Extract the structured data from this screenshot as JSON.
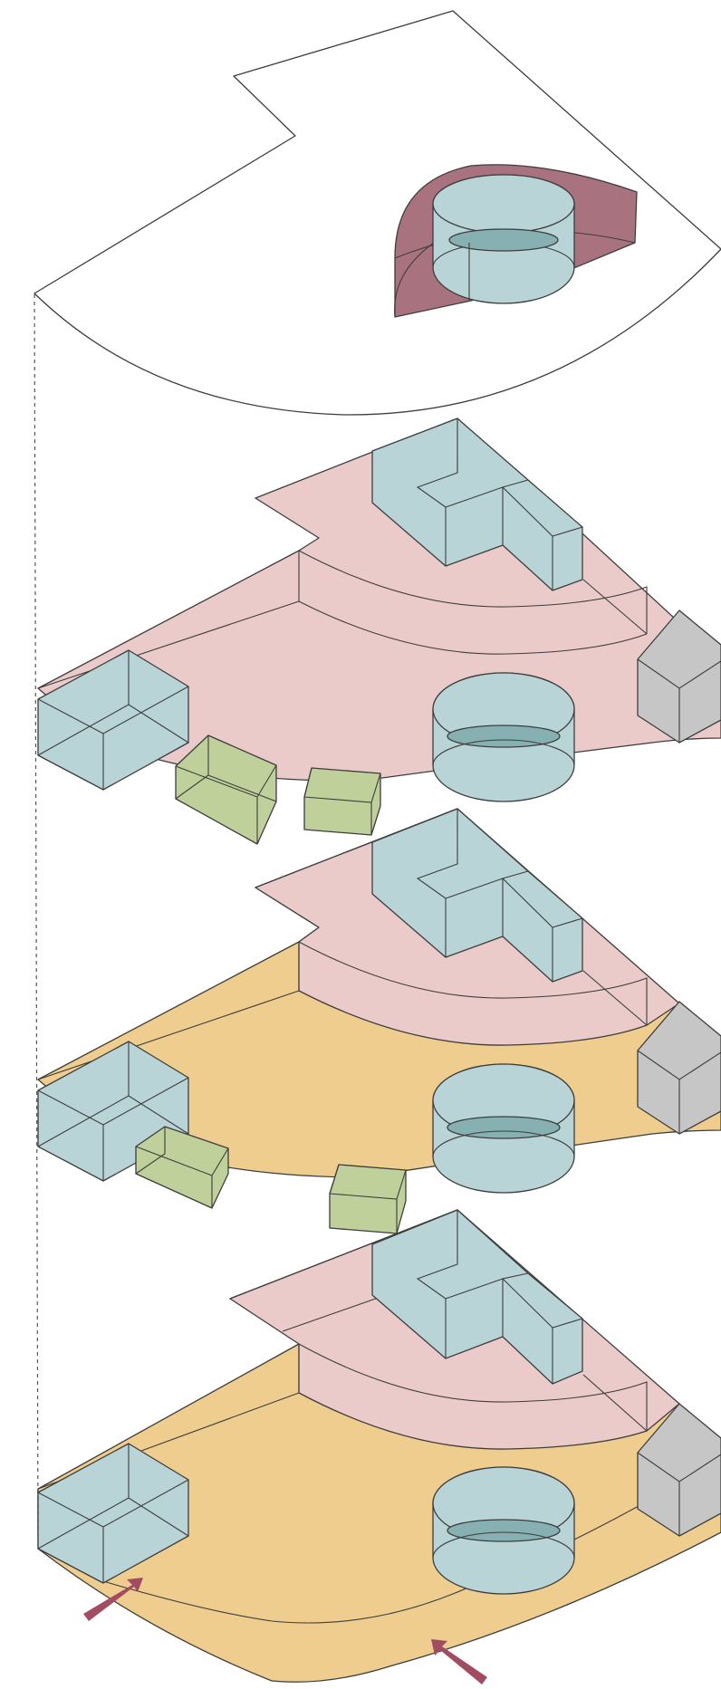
{
  "colors": {
    "roof_outline": "#ffffff",
    "floor_pink": "#ebcaca",
    "floor_orange": "#eecd8f",
    "volume_blue": "#b9d4d6",
    "volume_blue_dark": "#86b0b2",
    "volume_green": "#bfd09a",
    "volume_grey": "#c6c6c6",
    "roof_accent": "#a8727f",
    "entrance_arrow": "#a24c62",
    "line": "#3d3d3d"
  },
  "layers": [
    {
      "id": "roof",
      "fill": "roof_outline"
    },
    {
      "id": "upper-floor",
      "fill": "floor_pink"
    },
    {
      "id": "middle-floor",
      "fill": "floor_orange"
    },
    {
      "id": "ground-floor",
      "fill": "floor_orange"
    }
  ],
  "icons": [
    "entrance-arrow-icon",
    "entrance-arrow-icon"
  ]
}
